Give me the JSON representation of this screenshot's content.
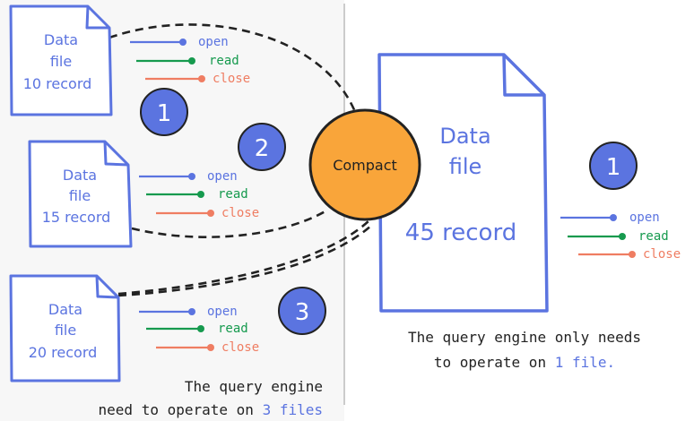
{
  "colors": {
    "blue": "#5b74e0",
    "green": "#169a4e",
    "red": "#ef7d62",
    "orange": "#f9a53a",
    "ink": "#222222",
    "divider": "#cccccc",
    "left_bg": "#f7f7f7"
  },
  "left_files": [
    {
      "line1": "Data",
      "line2": "file",
      "line3": "10 record",
      "badge": "1"
    },
    {
      "line1": "Data",
      "line2": "file",
      "line3": "15 record",
      "badge": "2"
    },
    {
      "line1": "Data",
      "line2": "file",
      "line3": "20 record",
      "badge": "3"
    }
  ],
  "ops": {
    "open": "open",
    "read": "read",
    "close": "close"
  },
  "compact_label": "Compact",
  "right_file": {
    "line1": "Data",
    "line2": "file",
    "line3": "45 record",
    "badge": "1"
  },
  "left_caption": {
    "line1": "The query engine",
    "line2_prefix": "need to operate on ",
    "line2_highlight": "3 files"
  },
  "right_caption": {
    "line1": "The query engine only needs",
    "line2_prefix": "to operate on ",
    "line2_highlight": "1 file."
  }
}
